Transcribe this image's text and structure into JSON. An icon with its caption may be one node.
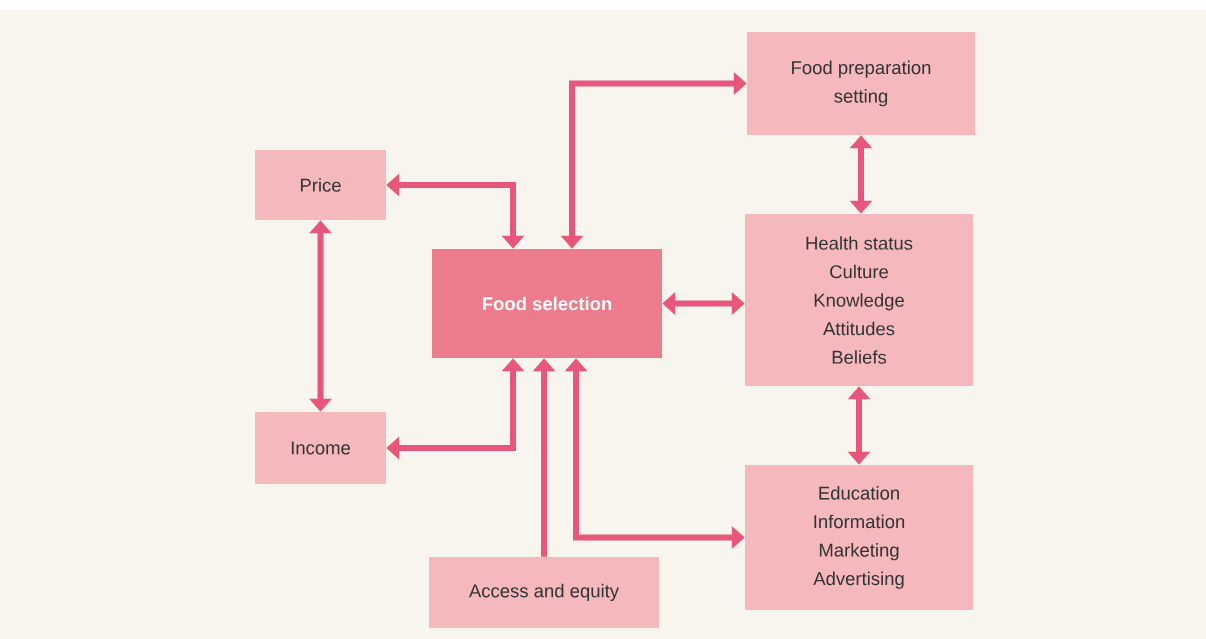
{
  "diagram": {
    "nodes": [
      {
        "text": [
          "Food preparation setting"
        ]
      },
      {
        "text": [
          "Price"
        ]
      },
      {
        "text": [
          "Food selection"
        ]
      },
      {
        "text": [
          "Health status",
          "Culture",
          "Knowledge",
          "Attitudes",
          "Beliefs"
        ]
      },
      {
        "text": [
          "Income"
        ]
      },
      {
        "text": [
          "Education",
          "Information",
          "Marketing",
          "Advertising"
        ]
      },
      {
        "text": [
          "Access and equity"
        ]
      }
    ],
    "edges": [
      {
        "from": 2,
        "to": 0,
        "arrow": "both"
      },
      {
        "from": 1,
        "to": 2,
        "arrow": "both"
      },
      {
        "from": 1,
        "to": 4,
        "arrow": "both"
      },
      {
        "from": 2,
        "to": 3,
        "arrow": "both"
      },
      {
        "from": 0,
        "to": 3,
        "arrow": "both"
      },
      {
        "from": 3,
        "to": 5,
        "arrow": "both"
      },
      {
        "from": 4,
        "to": 2,
        "arrow": "both"
      },
      {
        "from": 6,
        "to": 2,
        "arrow": "to"
      },
      {
        "from": 2,
        "to": 5,
        "arrow": "both"
      }
    ]
  }
}
